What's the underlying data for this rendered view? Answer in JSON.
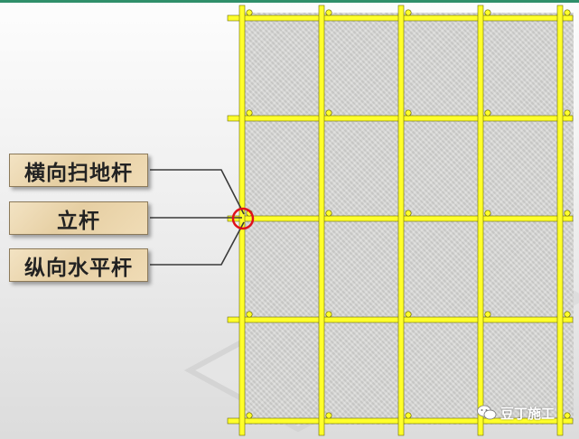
{
  "labels": {
    "transverse_sweep_bar": "横向扫地杆",
    "upright_pole": "立杆",
    "longitudinal_horizontal_bar": "纵向水平杆"
  },
  "watermark": {
    "text": "豆丁施工",
    "icon": "wechat-icon"
  },
  "colors": {
    "scaffold_tube": "#ffff2a",
    "tube_outline": "#6b6b00",
    "highlight_circle": "#e0101a",
    "label_fill": "#ecd6ad",
    "top_rule": "#2f8f6a"
  },
  "highlight": {
    "icon": "red-circle"
  }
}
